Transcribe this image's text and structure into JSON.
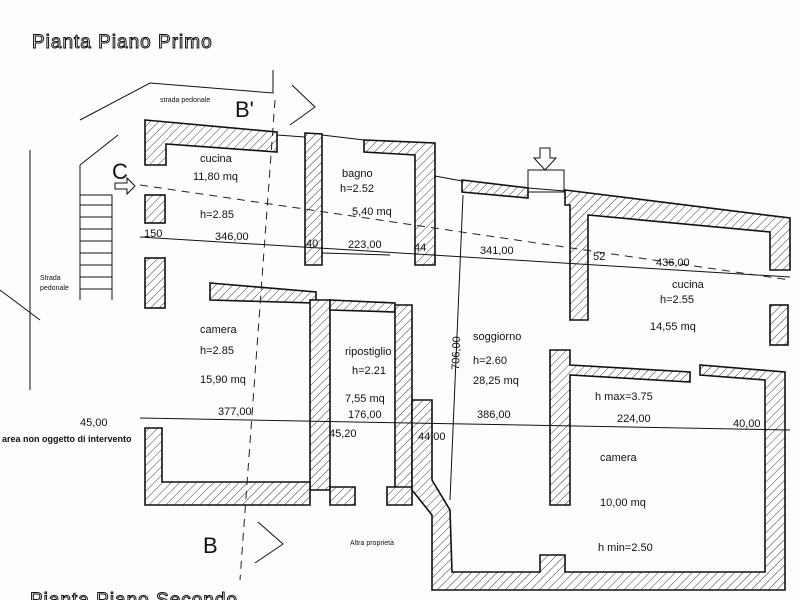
{
  "titles": {
    "top": "Pianta Piano Primo",
    "bottom": "Pianta Piano Secondo"
  },
  "labels": {
    "strada_pedonale_top": "strada pedonale",
    "strada_pedonale_left_1": "Strada",
    "strada_pedonale_left_2": "pedonale",
    "section_b_prime": "B'",
    "section_b": "B",
    "section_c": "C",
    "area_note": "area non oggetto di intervento",
    "altra_proprieta": "Altra proprietà"
  },
  "rooms": [
    {
      "name": "cucina",
      "area": "11,80 mq",
      "height": "h=2.85"
    },
    {
      "name": "bagno",
      "height": "h=2.52",
      "area": "5,40 mq"
    },
    {
      "name": "cucina",
      "height": "h=2.55",
      "area": "14,55 mq"
    },
    {
      "name": "camera",
      "height": "h=2.85",
      "area": "15,90 mq"
    },
    {
      "name": "ripostiglio",
      "height": "h=2.21",
      "area": "7,55 mq"
    },
    {
      "name": "soggiorno",
      "height": "h=2.60",
      "area": "28,25 mq"
    },
    {
      "name": "camera",
      "height_max": "h max=3.75",
      "area": "10,00 mq",
      "height_min": "h min=2.50"
    }
  ],
  "dimensions": {
    "upper": [
      "150",
      "346,00",
      "40",
      "223,00",
      "44",
      "341,00",
      "52",
      "436,00"
    ],
    "lower": [
      "45,00",
      "377,00",
      "45,20",
      "176,00",
      "44,00",
      "386,00",
      "224,00",
      "40,00"
    ],
    "vertical": "706,00"
  }
}
